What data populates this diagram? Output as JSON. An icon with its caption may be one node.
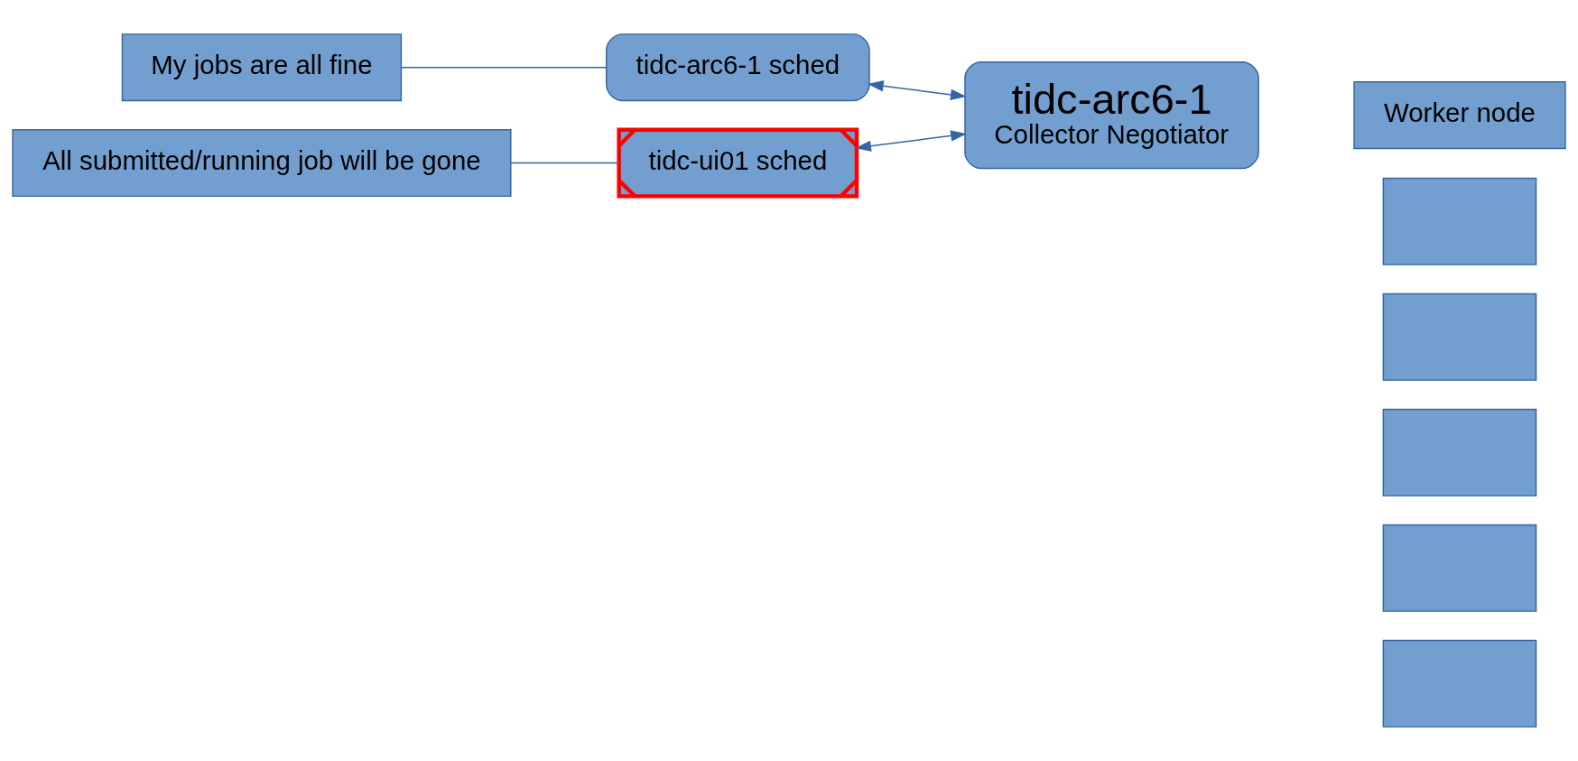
{
  "diagram": {
    "nodes": [
      {
        "text": [
          "tidc-ui01 sched"
        ]
      },
      {
        "text": [
          "All submitted/running job will be gone"
        ]
      },
      {
        "text": [
          "tidc-arc6-1",
          "Collector Negotiator"
        ]
      },
      {
        "text": [
          "tidc-arc6-1 sched"
        ]
      },
      {
        "text": [
          "My jobs are all fine"
        ]
      },
      {
        "text": [
          "Worker node"
        ]
      },
      {
        "text": [],
        "shape": "box"
      },
      {
        "text": [],
        "shape": "box"
      },
      {
        "text": [],
        "shape": "box"
      },
      {
        "text": [],
        "shape": "box"
      },
      {
        "text": [],
        "shape": "box"
      }
    ],
    "edges": [
      {
        "from": 1,
        "to": 0,
        "arrow": "none"
      },
      {
        "from": 0,
        "to": 2,
        "arrow": "both"
      },
      {
        "from": 3,
        "to": 2,
        "arrow": "both"
      },
      {
        "from": 4,
        "to": 3,
        "arrow": "none"
      }
    ]
  }
}
